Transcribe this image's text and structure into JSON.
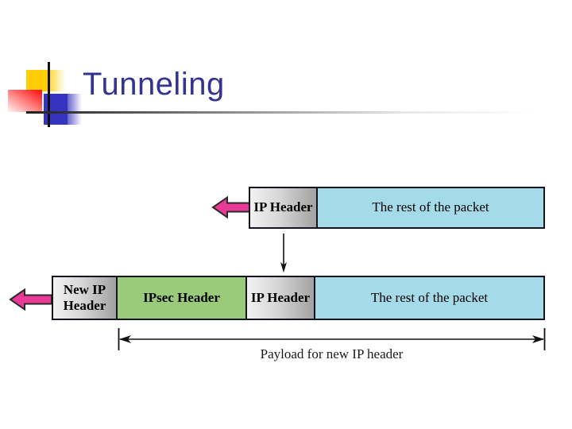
{
  "title": "Tunneling",
  "diagram": {
    "top_packet": {
      "boxes": [
        {
          "label": "IP Header"
        },
        {
          "label": "The rest of the packet"
        }
      ]
    },
    "tunneled_packet": {
      "boxes": [
        {
          "label": "New IP Header"
        },
        {
          "label": "IPsec Header"
        },
        {
          "label": "IP Header"
        },
        {
          "label": "The rest of the packet"
        }
      ]
    },
    "payload_label": "Payload for new IP header"
  },
  "icons": {
    "left_arrows": "magenta-left-arrow",
    "down_arrow": "black-down-arrow",
    "span_arrow": "double-headed-span-arrow"
  },
  "colors": {
    "title_text": "#333392",
    "box_blue": "#a5dae8",
    "box_green": "#99cb7b",
    "box_gray_light": "#f2f2f2",
    "box_gray_dark": "#a2a2a2",
    "box_border": "#15151f",
    "arrow_pink": "#e83a96",
    "decor_yellow": "#ffcc05",
    "decor_red": "#ff1c1c",
    "decor_blue": "#3533c0"
  }
}
